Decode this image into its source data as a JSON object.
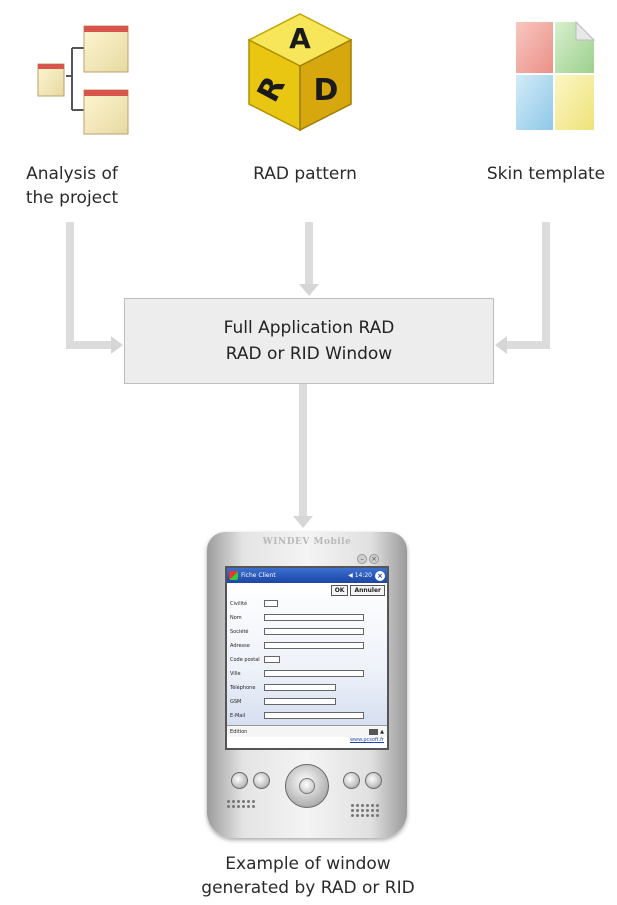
{
  "sources": [
    {
      "label_line1": "Analysis of",
      "label_line2": "the project",
      "icon": "hierarchy-diagram-icon"
    },
    {
      "label_line1": "RAD pattern",
      "label_line2": "",
      "icon": "rad-cube-icon"
    },
    {
      "label_line1": "Skin template",
      "label_line2": "",
      "icon": "skin-template-icon"
    }
  ],
  "cube_letters": {
    "top": "A",
    "left": "R",
    "right": "D"
  },
  "center_box": {
    "line1": "Full Application RAD",
    "line2": "RAD or RID Window"
  },
  "result": {
    "line1": "Example of window",
    "line2": "generated by RAD or RID"
  },
  "pda": {
    "brand": "WINDEV Mobile",
    "window_title": "Fiche Client",
    "clock": "14:20",
    "ok_label": "OK",
    "cancel_label": "Annuler",
    "fields": [
      {
        "label": "Civilité"
      },
      {
        "label": "Nom"
      },
      {
        "label": "Société"
      },
      {
        "label": "Adresse"
      },
      {
        "label": "Code postal"
      },
      {
        "label": "Ville"
      },
      {
        "label": "Téléphone"
      },
      {
        "label": "GSM"
      },
      {
        "label": "E-Mail"
      }
    ],
    "menu_label": "Edition",
    "website": "www.pcsoft.fr"
  },
  "colors": {
    "arrow": "#dcdcdc",
    "box_fill": "#ededed",
    "box_border": "#bdbdbd",
    "title_bar": "#1c46a5"
  }
}
